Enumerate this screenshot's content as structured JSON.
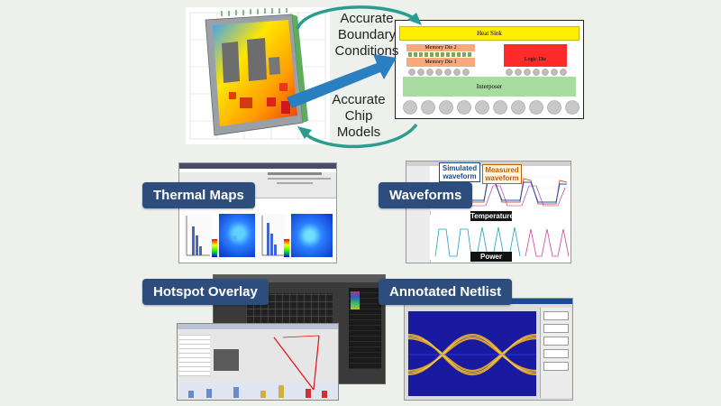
{
  "callouts": {
    "top": [
      "Accurate",
      "Boundary",
      "Conditions"
    ],
    "bottom": [
      "Accurate",
      "Chip",
      "Models"
    ]
  },
  "package": {
    "heat_sink": "Heat Sink",
    "memory_die_2": "Memory Die 2",
    "memory_die_1": "Memory Die 1",
    "logic_die": "Logic Die",
    "interposer": "Interposer"
  },
  "tags": {
    "thermal_maps": "Thermal Maps",
    "waveforms": "Waveforms",
    "hotspot_overlay": "Hotspot Overlay",
    "annotated_netlist": "Annotated Netlist"
  },
  "waveform_labels": {
    "simulated": [
      "Simulated",
      "waveform"
    ],
    "measured": [
      "Measured",
      "waveform"
    ],
    "temperature": "Temperature",
    "power": "Power"
  },
  "colors": {
    "tag_bg": "#2d4e7c",
    "arrow": "#2a7fc0",
    "arc": "#2a9d8f",
    "heat_sink": "#ffee00",
    "die_red": "#ff2a2a",
    "interposer": "#a8dca0"
  }
}
